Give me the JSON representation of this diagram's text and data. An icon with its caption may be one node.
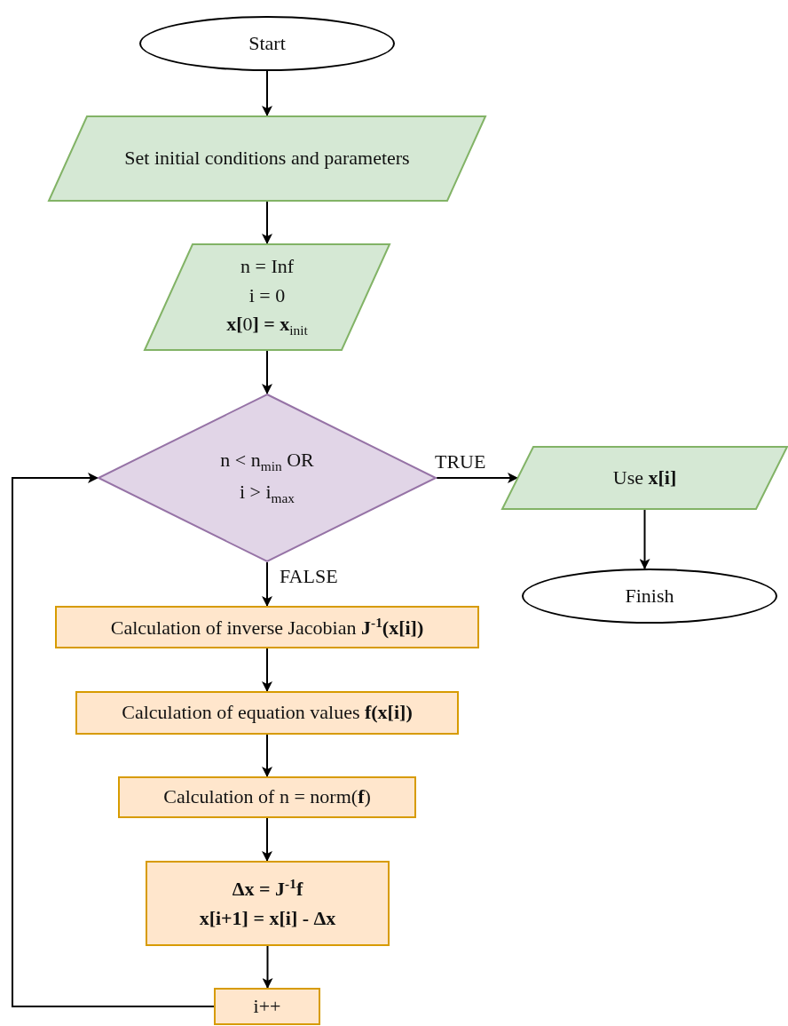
{
  "diagram": {
    "nodes": [
      {
        "text": [
          "Start"
        ]
      },
      {
        "text": [
          "Set initial conditions and parameters"
        ]
      },
      {
        "text": [
          "n = Inf",
          "i = 0",
          "**x[**0**] = x**$_{init}$"
        ]
      },
      {
        "text": [
          "n < n$_{min}$ OR",
          "i > i$_{max}$"
        ]
      },
      {
        "text": [
          "Use **x[i]**"
        ]
      },
      {
        "text": [
          "Finish"
        ]
      },
      {
        "text": [
          "Calculation of inverse Jacobian **J**$^{-1}$**(x[i])**"
        ]
      },
      {
        "text": [
          "Calculation of equation values **f(x[i])**"
        ]
      },
      {
        "text": [
          "Calculation of n = norm(**f**)"
        ]
      },
      {
        "text": [
          "Δx = J$^{-1}$f",
          "x[i+1] = x[i] - Δx"
        ]
      },
      {
        "text": [
          "i++"
        ]
      }
    ],
    "edges": [
      {
        "from": 0,
        "to": 1,
        "arrow": "to"
      },
      {
        "from": 1,
        "to": 2,
        "arrow": "to"
      },
      {
        "from": 2,
        "to": 3,
        "arrow": "to"
      },
      {
        "from": 3,
        "to": 4,
        "arrow": "to",
        "label": "TRUE"
      },
      {
        "from": 4,
        "to": 5,
        "arrow": "to"
      },
      {
        "from": 3,
        "to": 6,
        "arrow": "to",
        "label": "FALSE"
      },
      {
        "from": 6,
        "to": 7,
        "arrow": "to"
      },
      {
        "from": 7,
        "to": 8,
        "arrow": "to"
      },
      {
        "from": 8,
        "to": 9,
        "arrow": "to"
      },
      {
        "from": 9,
        "to": 10,
        "arrow": "to"
      },
      {
        "from": 10,
        "to": 3,
        "arrow": "to"
      }
    ]
  }
}
